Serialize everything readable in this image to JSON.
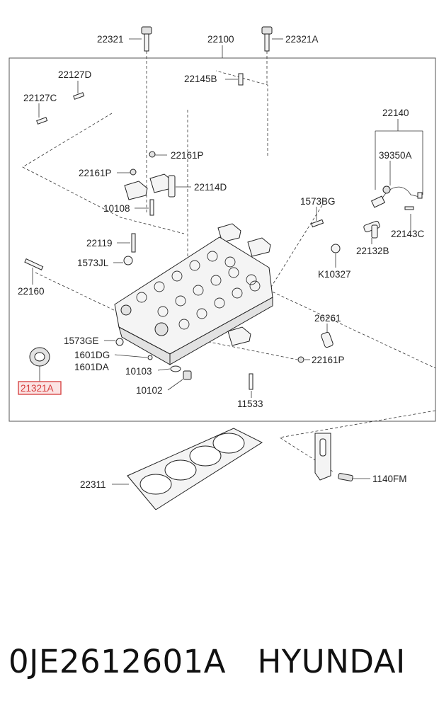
{
  "labels": {
    "p22321": "22321",
    "p22100": "22100",
    "p22321A": "22321A",
    "p22127D": "22127D",
    "p22145B": "22145B",
    "p22127C": "22127C",
    "p22140": "22140",
    "p22161P_top": "22161P",
    "p39350A": "39350A",
    "p22161P_left": "22161P",
    "p22114D": "22114D",
    "p1573BG": "1573BG",
    "p10108": "10108",
    "p22143C": "22143C",
    "p22132B": "22132B",
    "p22119": "22119",
    "p1573JL": "1573JL",
    "pK10327": "K10327",
    "p22160": "22160",
    "p26261": "26261",
    "p1573GE": "1573GE",
    "p1601DG": "1601DG",
    "p22161P_right": "22161P",
    "p1601DA": "1601DA",
    "p21321A": "21321A",
    "p10103": "10103",
    "p10102": "10102",
    "p11533": "11533",
    "p22311": "22311",
    "p1140FM": "1140FM"
  },
  "highlight_color": "#d43a3a",
  "footer": {
    "part_number": "0JE2612601A",
    "brand": "HYUNDAI"
  }
}
